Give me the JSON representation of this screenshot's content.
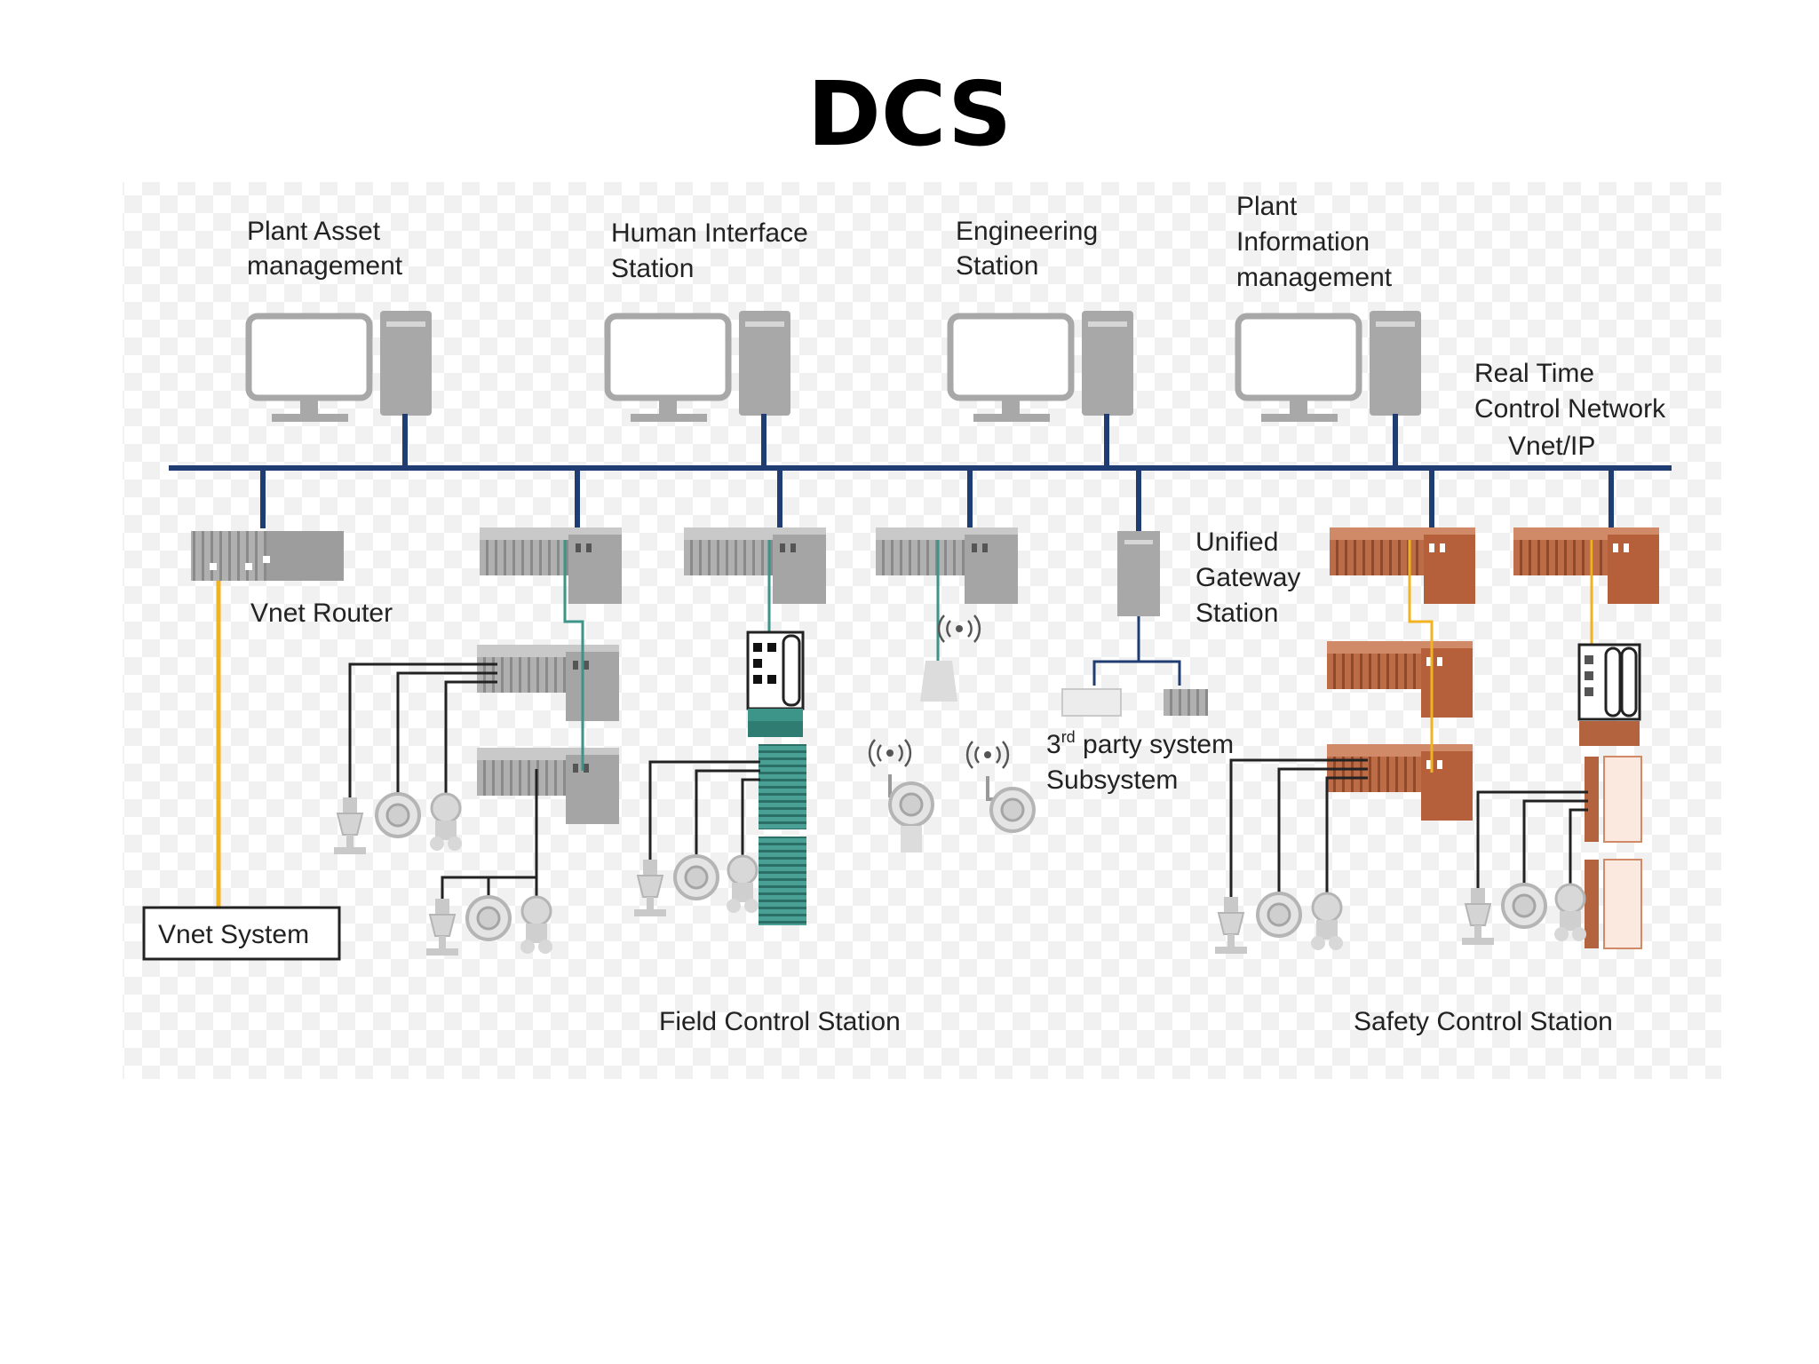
{
  "slide": {
    "title": "DCS"
  },
  "colors": {
    "network": "#1f3d73",
    "gray_device": "#a8a8a8",
    "teal": "#3d9488",
    "safety": "#b3643f",
    "vnet_link": "#f0b422",
    "wiring": "#222222"
  },
  "stations": {
    "asset": [
      "Plant Asset",
      "management"
    ],
    "hmi": [
      "Human Interface",
      "Station"
    ],
    "engineering": [
      "Engineering",
      "Station"
    ],
    "pim": [
      "Plant",
      "Information",
      "management"
    ]
  },
  "network": {
    "label": [
      "Real Time",
      "Control Network",
      "Vnet/IP"
    ]
  },
  "devices": {
    "vnet_router": "Vnet Router",
    "vnet_system": "Vnet System",
    "gateway": [
      "Unified",
      "Gateway",
      "Station"
    ],
    "third_party": {
      "prefix": "3",
      "superscript": "rd",
      "line1_rest": " party system",
      "line2": "Subsystem"
    }
  },
  "groups": {
    "field_control": "Field Control Station",
    "safety_control": "Safety Control Station"
  }
}
